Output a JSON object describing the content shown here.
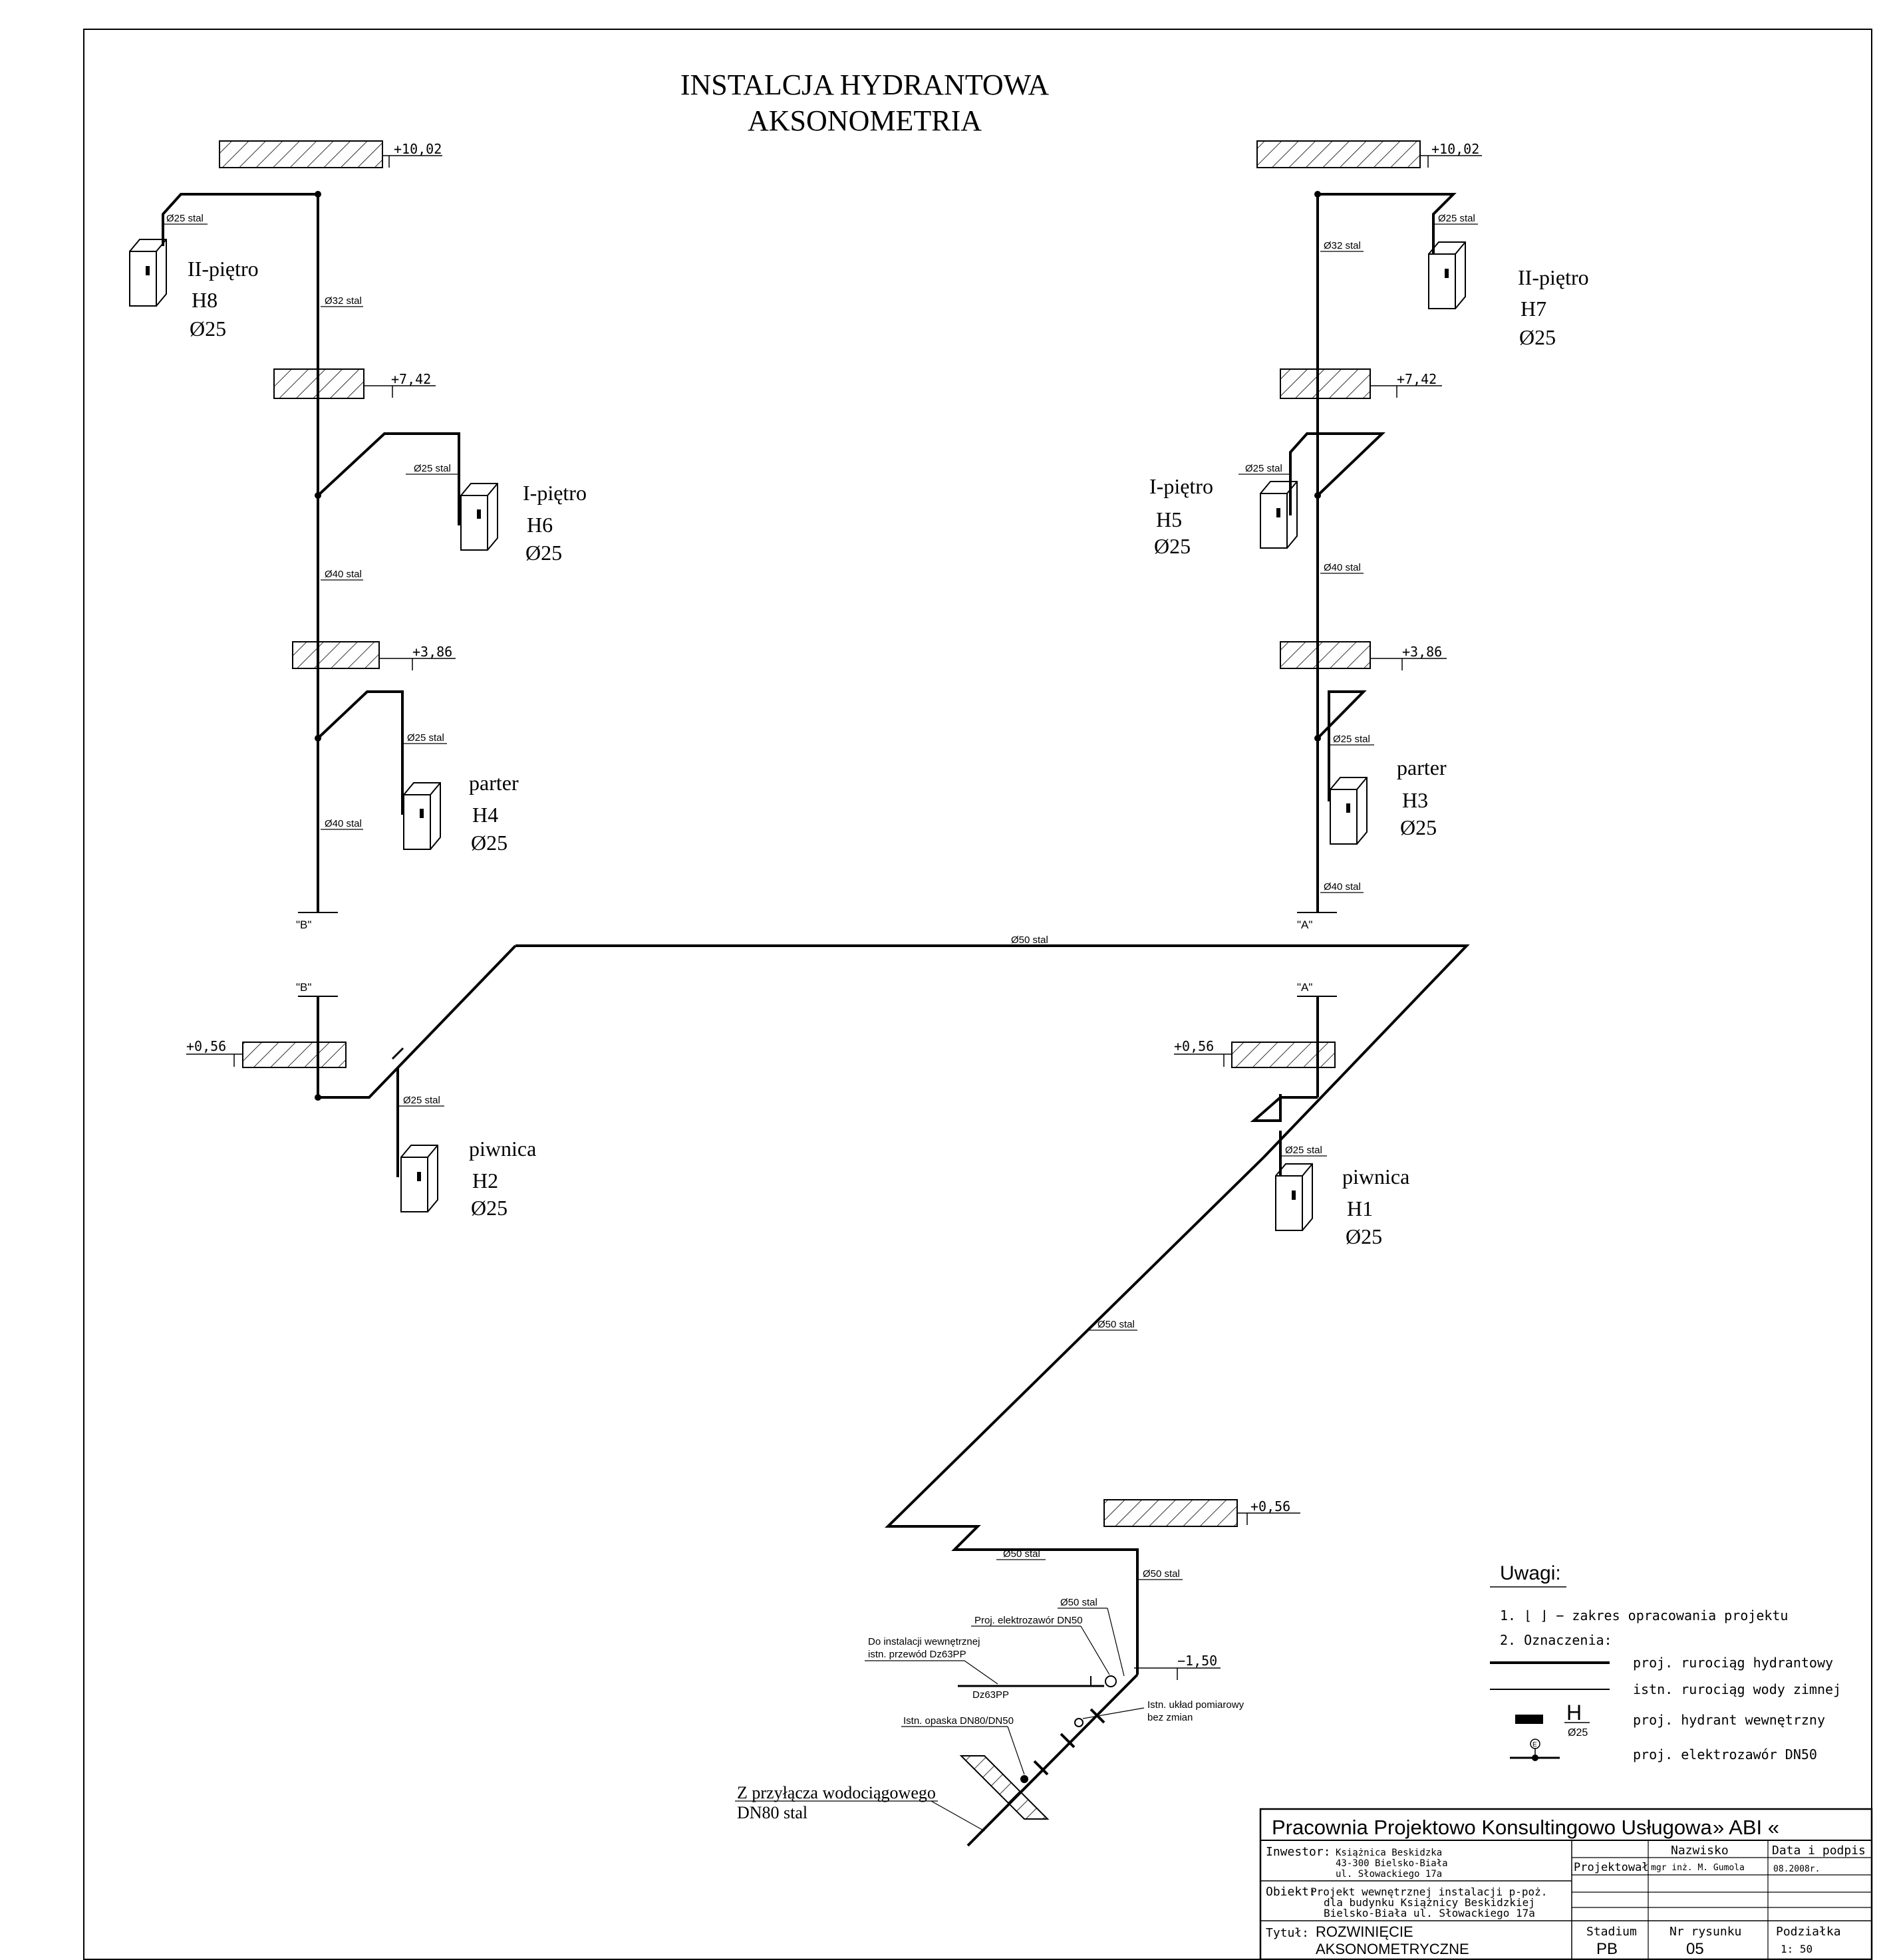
{
  "title": {
    "line1": "INSTALCJA HYDRANTOWA",
    "line2": "AKSONOMETRIA"
  },
  "levels": {
    "b_top": "+10,02",
    "b_mid1": "+7,42",
    "b_mid2": "+3,86",
    "b_base": "+0,56",
    "a_top": "+10,02",
    "a_mid1": "+7,42",
    "a_mid2": "+3,86",
    "a_base": "+0,56",
    "supply_ceiling": "+0,56",
    "supply_floor": "−1,50"
  },
  "pipes": {
    "b_h8_branch": "Ø25 stal",
    "b_riser_32": "Ø32 stal",
    "b_h6_branch": "Ø25 stal",
    "b_riser_40_upper": "Ø40 stal",
    "b_h4_branch": "Ø25 stal",
    "b_riser_40_lower": "Ø40 stal",
    "b_h2_branch": "Ø25 stal",
    "a_riser_32": "Ø32 stal",
    "a_h7_branch": "Ø25 stal",
    "a_h5_branch": "Ø25 stal",
    "a_riser_40_upper": "Ø40 stal",
    "a_h3_branch": "Ø25 stal",
    "a_riser_40_lower": "Ø40 stal",
    "a_h1_branch": "Ø25 stal",
    "main_top": "Ø50 stal",
    "main_diag": "Ø50 stal",
    "main_bottom": "Ø50 stal",
    "main_vertical": "Ø50 stal",
    "valve_pipe": "Ø50 stal"
  },
  "riser_marks": {
    "b_upper": "\"B\"",
    "b_lower": "\"B\"",
    "a_upper": "\"A\"",
    "a_lower": "\"A\""
  },
  "hydrants": {
    "h8": {
      "floor": "II-piętro",
      "id": "H8",
      "dia": "Ø25"
    },
    "h7": {
      "floor": "II-piętro",
      "id": "H7",
      "dia": "Ø25"
    },
    "h6": {
      "floor": "I-piętro",
      "id": "H6",
      "dia": "Ø25"
    },
    "h5": {
      "floor": "I-piętro",
      "id": "H5",
      "dia": "Ø25"
    },
    "h4": {
      "floor": "parter",
      "id": "H4",
      "dia": "Ø25"
    },
    "h3": {
      "floor": "parter",
      "id": "H3",
      "dia": "Ø25"
    },
    "h2": {
      "floor": "piwnica",
      "id": "H2",
      "dia": "Ø25"
    },
    "h1": {
      "floor": "piwnica",
      "id": "H1",
      "dia": "Ø25"
    }
  },
  "supply_notes": {
    "electrovalve": "Proj. elektrozawór DN50",
    "internal_1": "Do instalacji wewnętrznej",
    "internal_2": "istn. przewód Dz63PP",
    "dz63": "Dz63PP",
    "clamp": "Istn. opaska DN80/DN50",
    "meter_1": "Istn. układ pomiarowy",
    "meter_2": "bez zmian",
    "connection_1": "Z przyłącza wodociągowego",
    "connection_2": "DN80 stal"
  },
  "notes": {
    "heading": "Uwagi:",
    "item1": "1.  ⌊  ⌋  −  zakres opracowania projektu",
    "item2": "2.  Oznaczenia:",
    "legend": [
      "proj. rurociąg hydrantowy",
      "istn. rurociąg wody zimnej",
      "proj. hydrant wewnętrzny",
      "proj. elektrozawór DN50"
    ],
    "hydrant_symbol_letter": "H",
    "hydrant_symbol_dia": "Ø25",
    "valve_symbol_letter": "E"
  },
  "title_block": {
    "company": "Pracownia Projektowo Konsultingowo Usługowa",
    "brand": "» ABI «",
    "investor_label": "Inwestor:",
    "investor_1": "Książnica Beskidzka",
    "investor_2": "43-300 Bielsko-Biała",
    "investor_3": "ul. Słowackiego 17a",
    "col_name": "Nazwisko",
    "col_date": "Data i podpis",
    "designer_label": "Projektował",
    "designer_name": "mgr inż. M. Gumola",
    "designer_date": "08.2008r.",
    "object_label": "Obiekt:",
    "object_1": "Projekt wewnętrznej instalacji p-poż.",
    "object_2": "dla budynku Książnicy Beskidzkiej",
    "object_3": "Bielsko-Biała ul. Słowackiego 17a",
    "title_label": "Tytuł:",
    "title_1": "ROZWINIĘCIE",
    "title_2": "AKSONOMETRYCZNE",
    "stage_label": "Stadium",
    "stage_value": "PB",
    "number_label": "Nr rysunku",
    "number_value": "05",
    "scale_label": "Podziałka",
    "scale_value": "1: 50"
  }
}
